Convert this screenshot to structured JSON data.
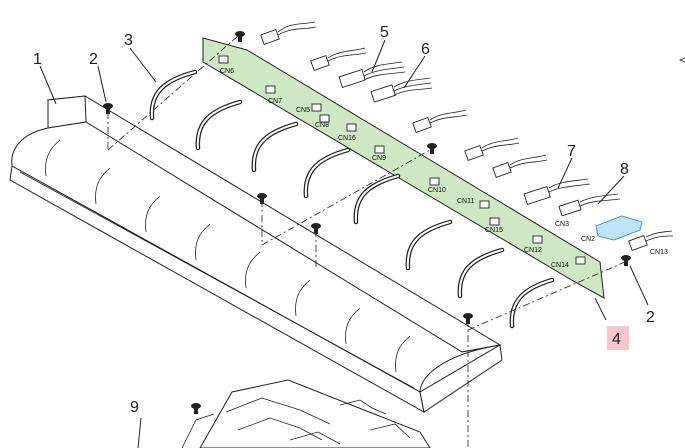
{
  "callouts": {
    "c1": "1",
    "c2a": "2",
    "c2b": "2",
    "c3": "3",
    "c4": "4",
    "c5": "5",
    "c6": "6",
    "c7": "7",
    "c8": "8",
    "c9": "9"
  },
  "connectors": {
    "cn6a": "CN6",
    "cn7": "CN7",
    "cn5": "CN5",
    "cn8": "CN8",
    "cn16": "CN16",
    "cn9": "CN9",
    "cn10": "CN10",
    "cn11": "CN11",
    "cn15": "CN15",
    "cn3": "CN3",
    "cn2": "CN2",
    "cn12": "CN12",
    "cn14": "CN14",
    "cn13": "CN13"
  },
  "colors": {
    "board": "#cfe8c4",
    "highlight": "#f7c6cc",
    "connector_blue": "#bfe4f7"
  }
}
